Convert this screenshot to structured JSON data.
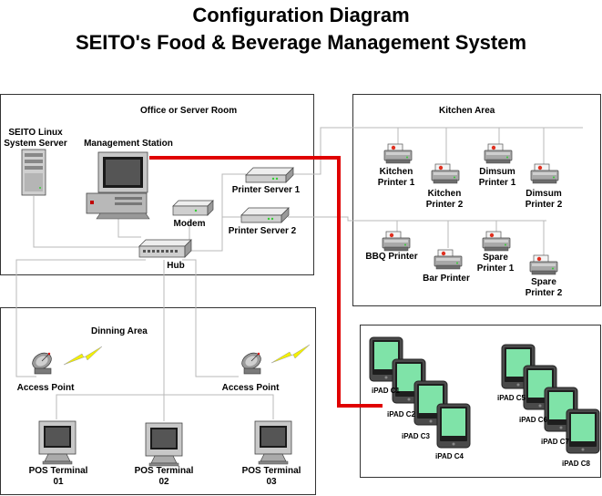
{
  "title_line1": "Configuration Diagram",
  "title_line2": "SEITO's Food &  Beverage Management System",
  "areas": {
    "office": "Office or Server Room",
    "kitchen": "Kitchen Area",
    "dining": "Dinning Area"
  },
  "office": {
    "linux_server": "SEITO Linux\nSystem Server",
    "management_station": "Management Station",
    "modem": "Modem",
    "hub": "Hub",
    "printer_server_1": "Printer Server 1",
    "printer_server_2": "Printer Server 2"
  },
  "kitchen_printers": {
    "kitchen_1": "Kitchen\nPrinter 1",
    "kitchen_2": "Kitchen\nPrinter 2",
    "dimsum_1": "Dimsum\nPrinter 1",
    "dimsum_2": "Dimsum\nPrinter 2",
    "bbq": "BBQ Printer",
    "bar": "Bar Printer",
    "spare_1": "Spare\nPrinter 1",
    "spare_2": "Spare\nPrinter 2"
  },
  "dining": {
    "access_point_1": "Access Point",
    "access_point_2": "Access Point",
    "pos_1": "POS Terminal\n01",
    "pos_2": "POS Terminal\n02",
    "pos_3": "POS Terminal\n03"
  },
  "ipads": [
    "iPAD C1",
    "iPAD C2",
    "iPAD C3",
    "iPAD C4",
    "iPAD C5",
    "iPAD C6",
    "iPAD C7",
    "iPAD C8"
  ],
  "colors": {
    "red_link": "#e00000",
    "ipad_screen": "#7fe3a8",
    "line_gray": "#b8b8b8",
    "device_gray": "#d0d0d0",
    "wireless_yellow": "#f3f000"
  }
}
